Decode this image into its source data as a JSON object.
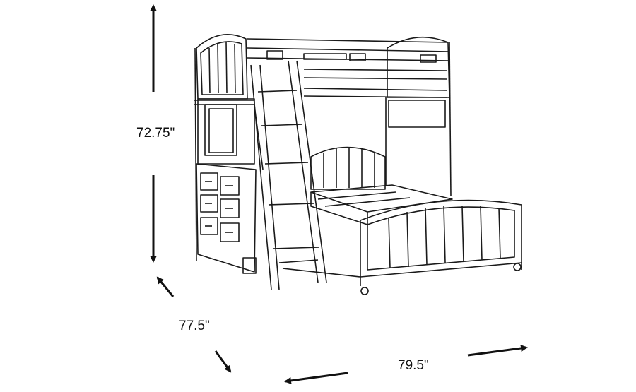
{
  "dimensions": {
    "height": "72.75\"",
    "depth": "77.5\"",
    "width": "79.5\""
  },
  "colors": {
    "line": "#1a1a1a",
    "background": "#ffffff"
  }
}
